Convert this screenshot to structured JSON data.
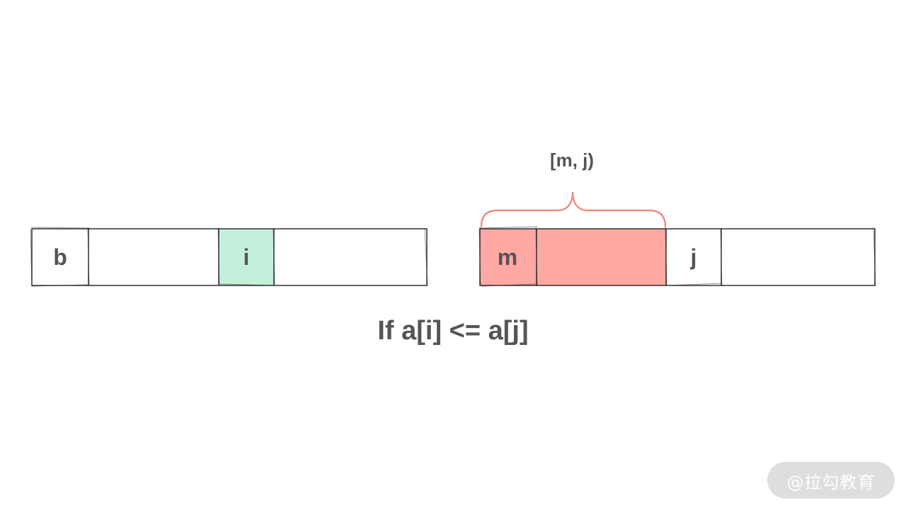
{
  "arrays": {
    "left": {
      "cells": [
        {
          "label": "b",
          "fill": "#ffffff"
        },
        {
          "label": "",
          "fill": "#ffffff"
        },
        {
          "label": "i",
          "fill": "#c3f0db"
        },
        {
          "label": "",
          "fill": "#ffffff"
        }
      ]
    },
    "right": {
      "cells": [
        {
          "label": "m",
          "fill": "#ffa8a4"
        },
        {
          "label": "",
          "fill": "#ffa8a4"
        },
        {
          "label": "j",
          "fill": "#ffffff"
        },
        {
          "label": "",
          "fill": "#ffffff"
        }
      ]
    }
  },
  "range": {
    "label": "[m, j)",
    "color": "#ee8d80"
  },
  "condition": "If a[i] <= a[j]",
  "watermark": "@拉勾教育",
  "colors": {
    "text": "#555555",
    "outline": "#222222",
    "highlight_green": "#c3f0db",
    "highlight_red": "#ffa8a4"
  }
}
